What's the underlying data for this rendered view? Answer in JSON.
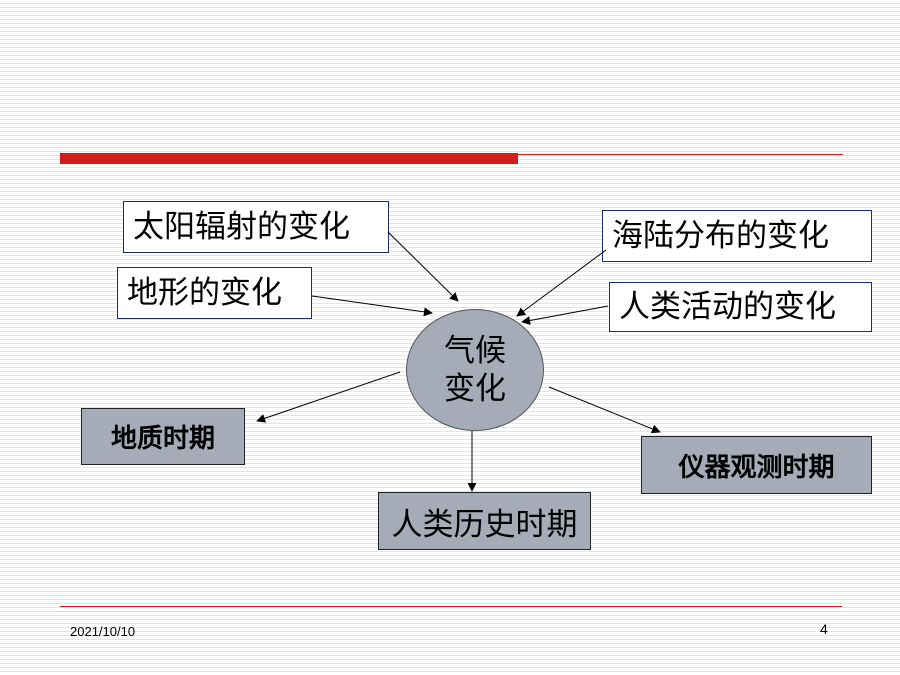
{
  "causes": [
    {
      "id": "solar",
      "label": "太阳辐射的变化"
    },
    {
      "id": "land-sea",
      "label": "海陆分布的变化"
    },
    {
      "id": "terrain",
      "label": "地形的变化"
    },
    {
      "id": "human",
      "label": "人类活动的变化"
    }
  ],
  "center": {
    "line1": "气候",
    "line2": "变化"
  },
  "periods": [
    {
      "id": "geologic",
      "label": "地质时期"
    },
    {
      "id": "historic",
      "label": "人类历史时期"
    },
    {
      "id": "instrument",
      "label": "仪器观测时期"
    }
  ],
  "footer": {
    "date": "2021/10/10",
    "page": "4"
  },
  "colors": {
    "accent_red": "#d51b1b",
    "box_border": "#1f2a7a",
    "fill_gray": "#a5acb8"
  }
}
